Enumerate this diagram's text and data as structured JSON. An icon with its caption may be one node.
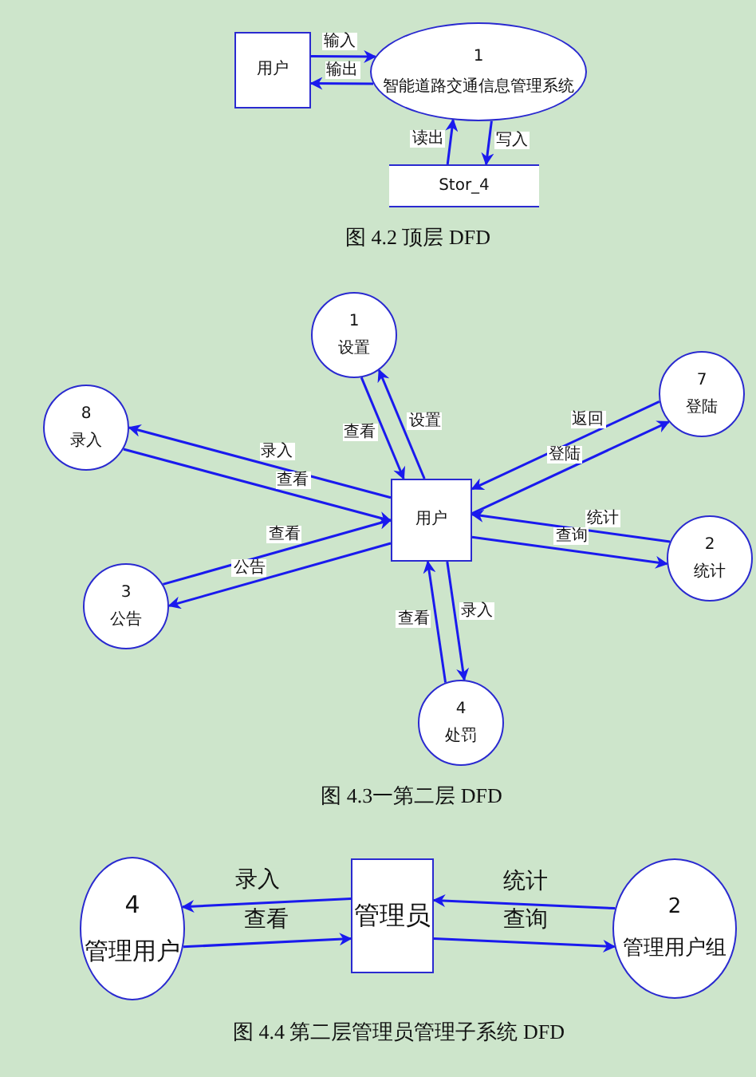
{
  "diagram": {
    "nodes": [
      {
        "text": [
          "用户"
        ]
      },
      {
        "text": [
          "1",
          "智能道路交通信息管理系统"
        ]
      },
      {
        "text": [
          "Stor_4"
        ]
      },
      {
        "text": [
          "1",
          "设置"
        ]
      },
      {
        "text": [
          "8",
          "录入"
        ]
      },
      {
        "text": [
          "7",
          "登陆"
        ]
      },
      {
        "text": [
          "用户"
        ]
      },
      {
        "text": [
          "2",
          "统计"
        ]
      },
      {
        "text": [
          "3",
          "公告"
        ]
      },
      {
        "text": [
          "4",
          "处罚"
        ]
      },
      {
        "text": [
          "4",
          "管理用户"
        ]
      },
      {
        "text": [
          "管理员"
        ]
      },
      {
        "text": [
          "2",
          "管理用户组"
        ]
      }
    ],
    "edges": [
      {
        "from": 0,
        "to": 1,
        "arrow": "to",
        "label": "输入"
      },
      {
        "from": 1,
        "to": 0,
        "arrow": "to",
        "label": "输出"
      },
      {
        "from": 2,
        "to": 1,
        "arrow": "to",
        "label": "读出"
      },
      {
        "from": 1,
        "to": 2,
        "arrow": "to",
        "label": "写入"
      },
      {
        "from": 3,
        "to": 6,
        "arrow": "to",
        "label": "查看"
      },
      {
        "from": 6,
        "to": 3,
        "arrow": "to",
        "label": "设置"
      },
      {
        "from": 6,
        "to": 4,
        "arrow": "to",
        "label": "录入"
      },
      {
        "from": 4,
        "to": 6,
        "arrow": "to",
        "label": "查看"
      },
      {
        "from": 5,
        "to": 6,
        "arrow": "to",
        "label": "返回"
      },
      {
        "from": 6,
        "to": 5,
        "arrow": "to",
        "label": "登陆"
      },
      {
        "from": 7,
        "to": 6,
        "arrow": "to",
        "label": "统计"
      },
      {
        "from": 6,
        "to": 7,
        "arrow": "to",
        "label": "查询"
      },
      {
        "from": 8,
        "to": 6,
        "arrow": "to",
        "label": "查看"
      },
      {
        "from": 6,
        "to": 8,
        "arrow": "to",
        "label": "公告"
      },
      {
        "from": 6,
        "to": 9,
        "arrow": "to",
        "label": "录入"
      },
      {
        "from": 9,
        "to": 6,
        "arrow": "to",
        "label": "查看"
      },
      {
        "from": 11,
        "to": 10,
        "arrow": "to",
        "label": "录入"
      },
      {
        "from": 10,
        "to": 11,
        "arrow": "to",
        "label": "查看"
      },
      {
        "from": 12,
        "to": 11,
        "arrow": "to",
        "label": "统计"
      },
      {
        "from": 11,
        "to": 12,
        "arrow": "to",
        "label": "查询"
      }
    ],
    "labels": [
      "图 4.2 顶层 DFD",
      "图 4.3一第二层 DFD",
      "图 4.4 第二层管理员管理子系统 DFD"
    ]
  }
}
